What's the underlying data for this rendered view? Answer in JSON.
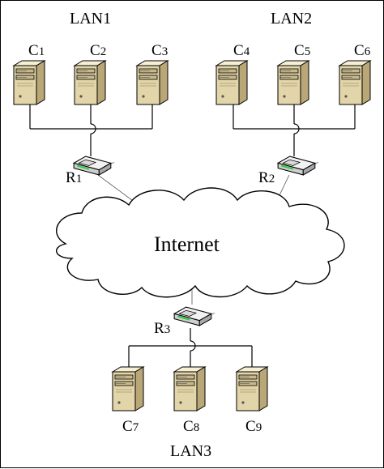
{
  "lans": {
    "lan1": "LAN1",
    "lan2": "LAN2",
    "lan3": "LAN3"
  },
  "cloud": {
    "label": "Internet"
  },
  "computers": [
    {
      "letter": "C",
      "num": "1"
    },
    {
      "letter": "C",
      "num": "2"
    },
    {
      "letter": "C",
      "num": "3"
    },
    {
      "letter": "C",
      "num": "4"
    },
    {
      "letter": "C",
      "num": "5"
    },
    {
      "letter": "C",
      "num": "6"
    },
    {
      "letter": "C",
      "num": "7"
    },
    {
      "letter": "C",
      "num": "8"
    },
    {
      "letter": "C",
      "num": "9"
    }
  ],
  "routers": [
    {
      "letter": "R",
      "num": "1"
    },
    {
      "letter": "R",
      "num": "2"
    },
    {
      "letter": "R",
      "num": "3"
    }
  ],
  "icons": {
    "computer": "server-tower-icon",
    "router": "router-icon",
    "cloud": "cloud-icon"
  },
  "colors": {
    "case_light": "#f6efd4",
    "case_mid": "#e2d5a9",
    "case_dark": "#b9a777",
    "router_body": "#e9e9e9",
    "router_led": "#2ecc40"
  }
}
